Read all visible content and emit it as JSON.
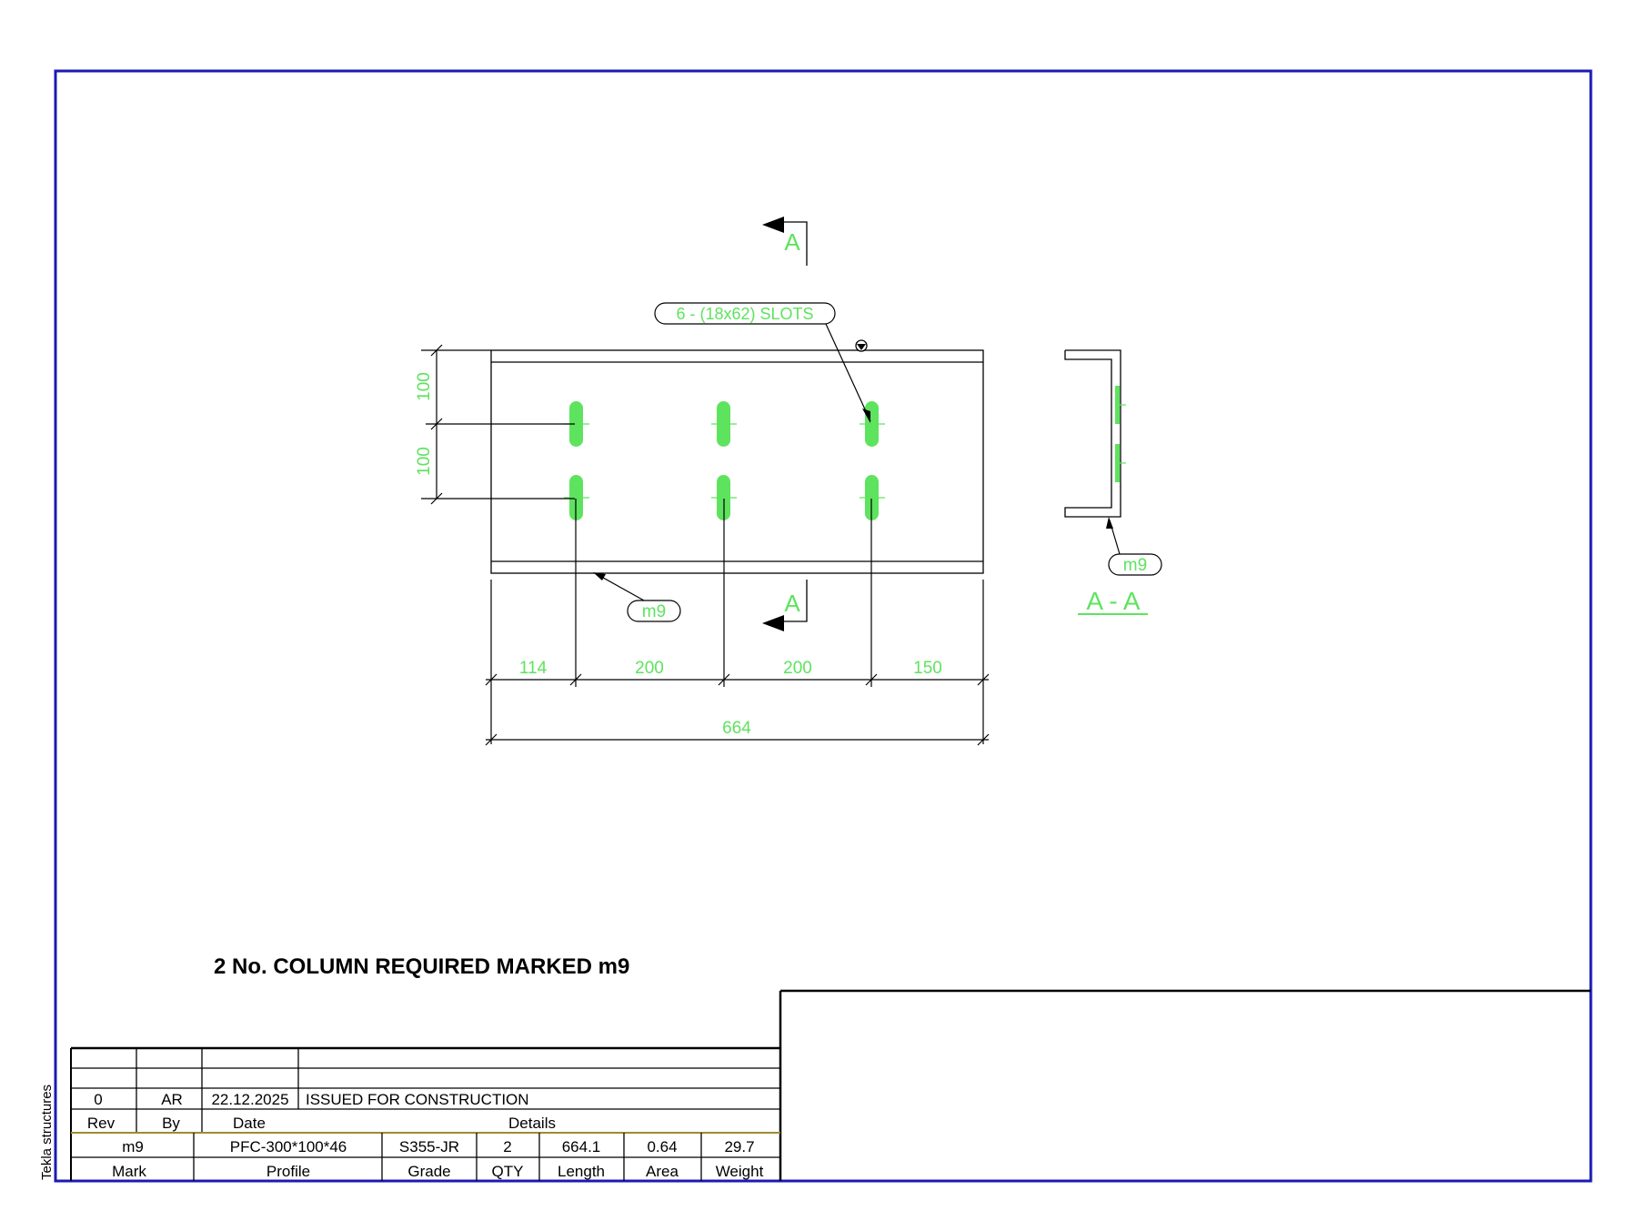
{
  "colors": {
    "frame": "#1a1ab8",
    "line": "#000000",
    "annotation": "#5ee35e"
  },
  "section_marker": {
    "letter_top": "A",
    "letter_bottom": "A"
  },
  "callouts": {
    "slots": "6 - (18x62) SLOTS",
    "part_mark_plan": "m9",
    "part_mark_section": "m9"
  },
  "dimensions": {
    "vertical": [
      "100",
      "100"
    ],
    "horizontal_chain": [
      "114",
      "200",
      "200",
      "150"
    ],
    "overall": "664"
  },
  "section_view": {
    "label": "A - A"
  },
  "drawing_note": "2 No. COLUMN REQUIRED MARKED m9",
  "side_label": "Tekla structures",
  "revision_table": {
    "rows": [
      {
        "rev": "",
        "by": "",
        "date": "",
        "details": ""
      },
      {
        "rev": "",
        "by": "",
        "date": "",
        "details": ""
      },
      {
        "rev": "0",
        "by": "AR",
        "date": "22.12.2025",
        "details": "ISSUED FOR CONSTRUCTION"
      }
    ],
    "headers": {
      "rev": "Rev",
      "by": "By",
      "date": "Date",
      "details": "Details"
    }
  },
  "parts_table": {
    "row": {
      "mark": "m9",
      "profile": "PFC-300*100*46",
      "grade": "S355-JR",
      "qty": "2",
      "length": "664.1",
      "area": "0.64",
      "weight": "29.7"
    },
    "headers": {
      "mark": "Mark",
      "profile": "Profile",
      "grade": "Grade",
      "qty": "QTY",
      "length": "Length",
      "area": "Area",
      "weight": "Weight"
    }
  }
}
